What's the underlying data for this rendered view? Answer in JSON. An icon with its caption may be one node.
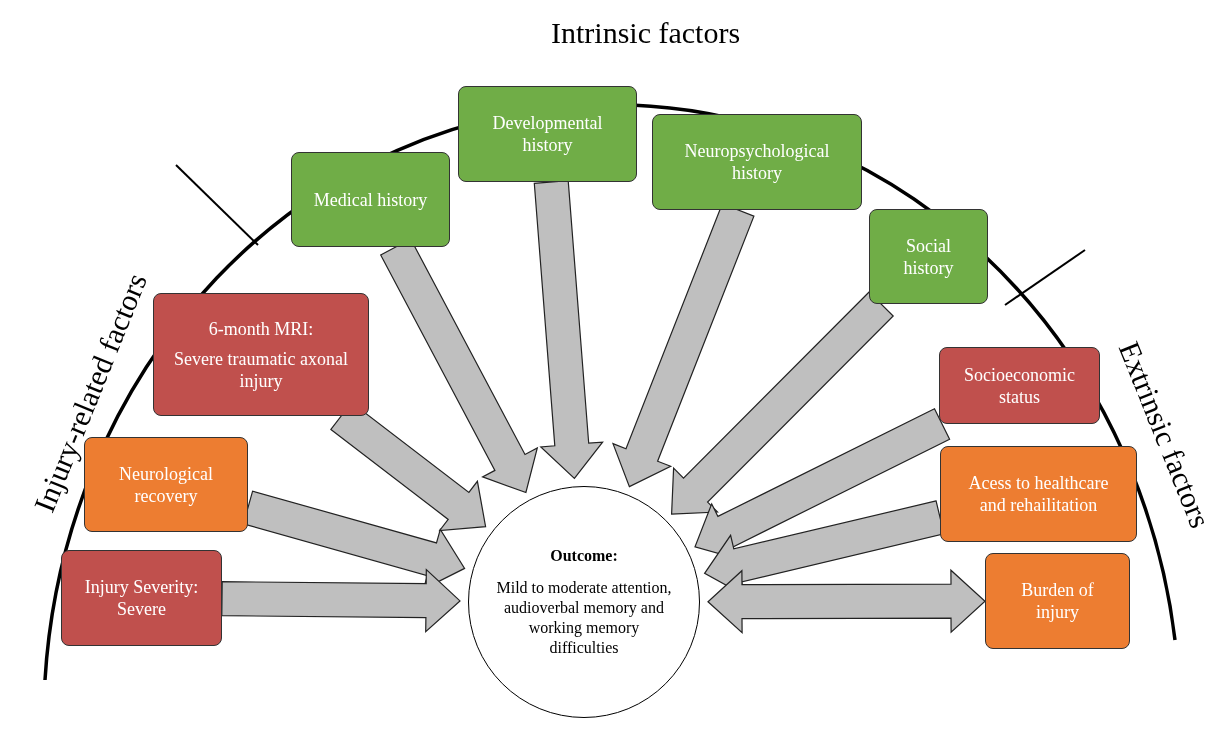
{
  "diagram": {
    "nodes": [
      {
        "text": [
          "Outcome:",
          "Mild to moderate attention, audioverbal memory and working memory difficulties"
        ]
      },
      {
        "text": [
          "Medical history"
        ]
      },
      {
        "text": [
          "Developmental history"
        ]
      },
      {
        "text": [
          "Neuropsychological history"
        ]
      },
      {
        "text": [
          "Social history"
        ]
      },
      {
        "text": [
          "6-month MRI:",
          "Severe traumatic axonal injury"
        ]
      },
      {
        "text": [
          "Neurological recovery"
        ]
      },
      {
        "text": [
          "Injury Severity: Severe"
        ]
      },
      {
        "text": [
          "Socioeconomic status"
        ]
      },
      {
        "text": [
          "Acess to healthcare and rehailitation"
        ]
      },
      {
        "text": [
          "Burden of injury"
        ]
      }
    ],
    "edges": [
      {
        "from": 1,
        "to": 0,
        "arrow": "to"
      },
      {
        "from": 2,
        "to": 0,
        "arrow": "to"
      },
      {
        "from": 3,
        "to": 0,
        "arrow": "to"
      },
      {
        "from": 4,
        "to": 0,
        "arrow": "to"
      },
      {
        "from": 5,
        "to": 0,
        "arrow": "to"
      },
      {
        "from": 6,
        "to": 0,
        "arrow": "to"
      },
      {
        "from": 7,
        "to": 0,
        "arrow": "to"
      },
      {
        "from": 8,
        "to": 0,
        "arrow": "to"
      },
      {
        "from": 9,
        "to": 0,
        "arrow": "to"
      },
      {
        "from": 0,
        "to": 10,
        "arrow": "both"
      }
    ],
    "labels": [
      "Intrinsic factors",
      "Injury-related factors",
      "Extrinsic factors"
    ]
  }
}
